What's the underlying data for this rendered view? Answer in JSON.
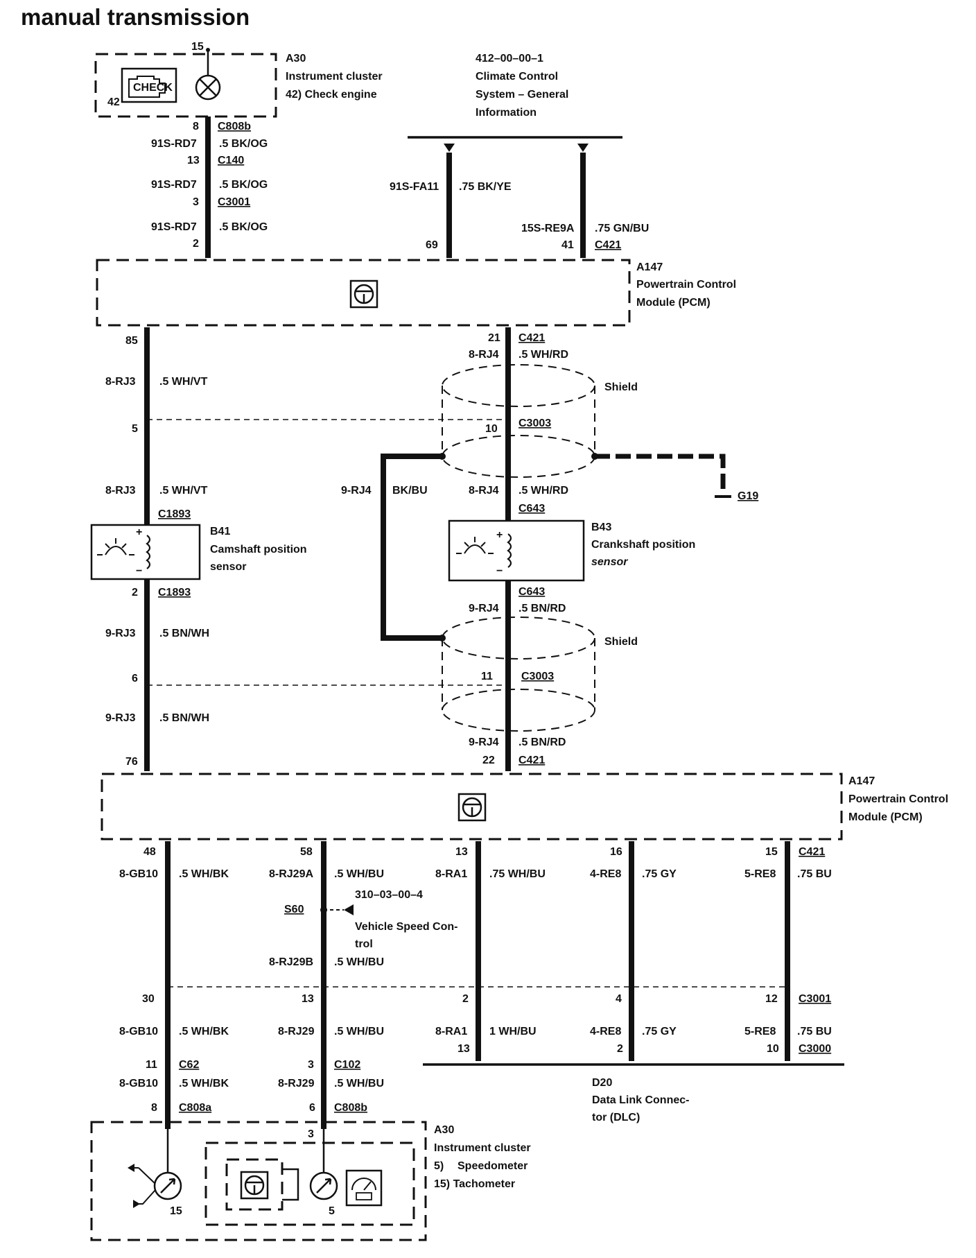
{
  "title": "manual transmission",
  "labels": {
    "a30_top_id": "A30",
    "a30_top_name": "Instrument cluster",
    "a30_top_item": "42)   Check engine",
    "check_text": "CHECK",
    "check_num": "42",
    "pin15_top": "15",
    "climate_ref": "412–00–00–1",
    "climate_1": "Climate Control",
    "climate_2": "System – General",
    "climate_3": "Information",
    "pin8": "8",
    "c808b_top": "C808b",
    "w_91srd7_a": "91S-RD7",
    "g_bkog_a": ".5 BK/OG",
    "pin13a": "13",
    "c140": "C140",
    "w_91srd7_b": "91S-RD7",
    "g_bkog_b": ".5 BK/OG",
    "pin3a": "3",
    "c3001_top": "C3001",
    "w_91srd7_c": "91S-RD7",
    "g_bkog_c": ".5 BK/OG",
    "pin2a": "2",
    "w_91sfa11": "91S-FA11",
    "g_bkye": ".75 BK/YE",
    "pin69": "69",
    "w_15sre9a": "15S-RE9A",
    "g_gnbu": ".75 GN/BU",
    "pin41": "41",
    "c421_a": "C421",
    "a147_id_1": "A147",
    "a147_name_1a": "Powertrain Control",
    "a147_name_1b": "Module (PCM)",
    "pin85": "85",
    "w_8rj3_a": "8-RJ3",
    "g_whvt_a": ".5 WH/VT",
    "pin21": "21",
    "c421_b": "C421",
    "w_8rj4_a": "8-RJ4",
    "g_whrd_a": ".5 WH/RD",
    "shield_1": "Shield",
    "pin5": "5",
    "pin10": "10",
    "c3003_a": "C3003",
    "w_9rj4_a": "9-RJ4",
    "g_bkbu": "BK/BU",
    "w_8rj4_b": "8-RJ4",
    "g_whrd_b": ".5 WH/RD",
    "g19": "G19",
    "w_8rj3_b": "8-RJ3",
    "g_whvt_b": ".5 WH/VT",
    "c1893_a": "C1893",
    "c643_a": "C643",
    "b41_id": "B41",
    "b41_1": "Camshaft position",
    "b41_2": "sensor",
    "b43_id": "B43",
    "b43_1": "Crankshaft position",
    "b43_2": "sensor",
    "pin2b": "2",
    "c1893_b": "C1893",
    "c643_b": "C643",
    "w_9rj3_a": "9-RJ3",
    "g_bnwh_a": ".5 BN/WH",
    "w_9rj4_b": "9-RJ4",
    "g_bnrd_a": ".5 BN/RD",
    "shield_2": "Shield",
    "pin6": "6",
    "pin11": "11",
    "c3003_b": "C3003",
    "w_9rj3_b": "9-RJ3",
    "g_bnwh_b": ".5 BN/WH",
    "w_9rj4_c": "9-RJ4",
    "g_bnrd_b": ".5 BN/RD",
    "pin76": "76",
    "pin22": "22",
    "c421_c": "C421",
    "a147_id_2": "A147",
    "a147_name_2a": "Powertrain Control",
    "a147_name_2b": "Module (PCM)",
    "pin48": "48",
    "pin58": "58",
    "pin13b": "13",
    "pin16": "16",
    "pin15b": "15",
    "c421_d": "C421",
    "w_8gb10_a": "8-GB10",
    "g_whbk_a": ".5 WH/BK",
    "w_8rj29a": "8-RJ29A",
    "g_whbu_a": ".5 WH/BU",
    "w_8ra1_a": "8-RA1",
    "g_whbu_75": ".75 WH/BU",
    "w_4re8_a": "4-RE8",
    "g_gy_a": ".75 GY",
    "w_5re8_a": "5-RE8",
    "g_bu_a": ".75 BU",
    "s60": "S60",
    "vsc_ref": "310–03–00–4",
    "vsc_1": "Vehicle Speed Con-",
    "vsc_2": "trol",
    "w_8rj29b": "8-RJ29B",
    "g_whbu_b": ".5 WH/BU",
    "pin30": "30",
    "pin13c": "13",
    "pin2c": "2",
    "pin4": "4",
    "pin12": "12",
    "c3001_b": "C3001",
    "w_8gb10_b": "8-GB10",
    "g_whbk_b": ".5 WH/BK",
    "w_8rj29_a": "8-RJ29",
    "g_whbu_c": ".5 WH/BU",
    "w_8ra1_b": "8-RA1",
    "g_whbu_1": "1 WH/BU",
    "w_4re8_b": "4-RE8",
    "g_gy_b": ".75 GY",
    "w_5re8_b": "5-RE8",
    "g_bu_b": ".75 BU",
    "pin13d": "13",
    "pin2d": "2",
    "pin10b": "10",
    "c3000": "C3000",
    "pin11b": "11",
    "c62": "C62",
    "pin3b": "3",
    "c102": "C102",
    "w_8gb10_c": "8-GB10",
    "g_whbk_c": ".5 WH/BK",
    "w_8rj29_b": "8-RJ29",
    "g_whbu_d": ".5 WH/BU",
    "pin8b": "8",
    "c808a": "C808a",
    "pin6b": "6",
    "c808b_bot": "C808b",
    "d20_id": "D20",
    "d20_1": "Data Link Connec-",
    "d20_2": "tor (DLC)",
    "pin3c": "3",
    "a30_bot_id": "A30",
    "a30_bot_name": "Instrument cluster",
    "a30_bot_5n": "5)",
    "a30_bot_5": "Speedometer",
    "a30_bot_15": "15)   Tachometer",
    "pin15c": "15",
    "pin5b": "5"
  }
}
